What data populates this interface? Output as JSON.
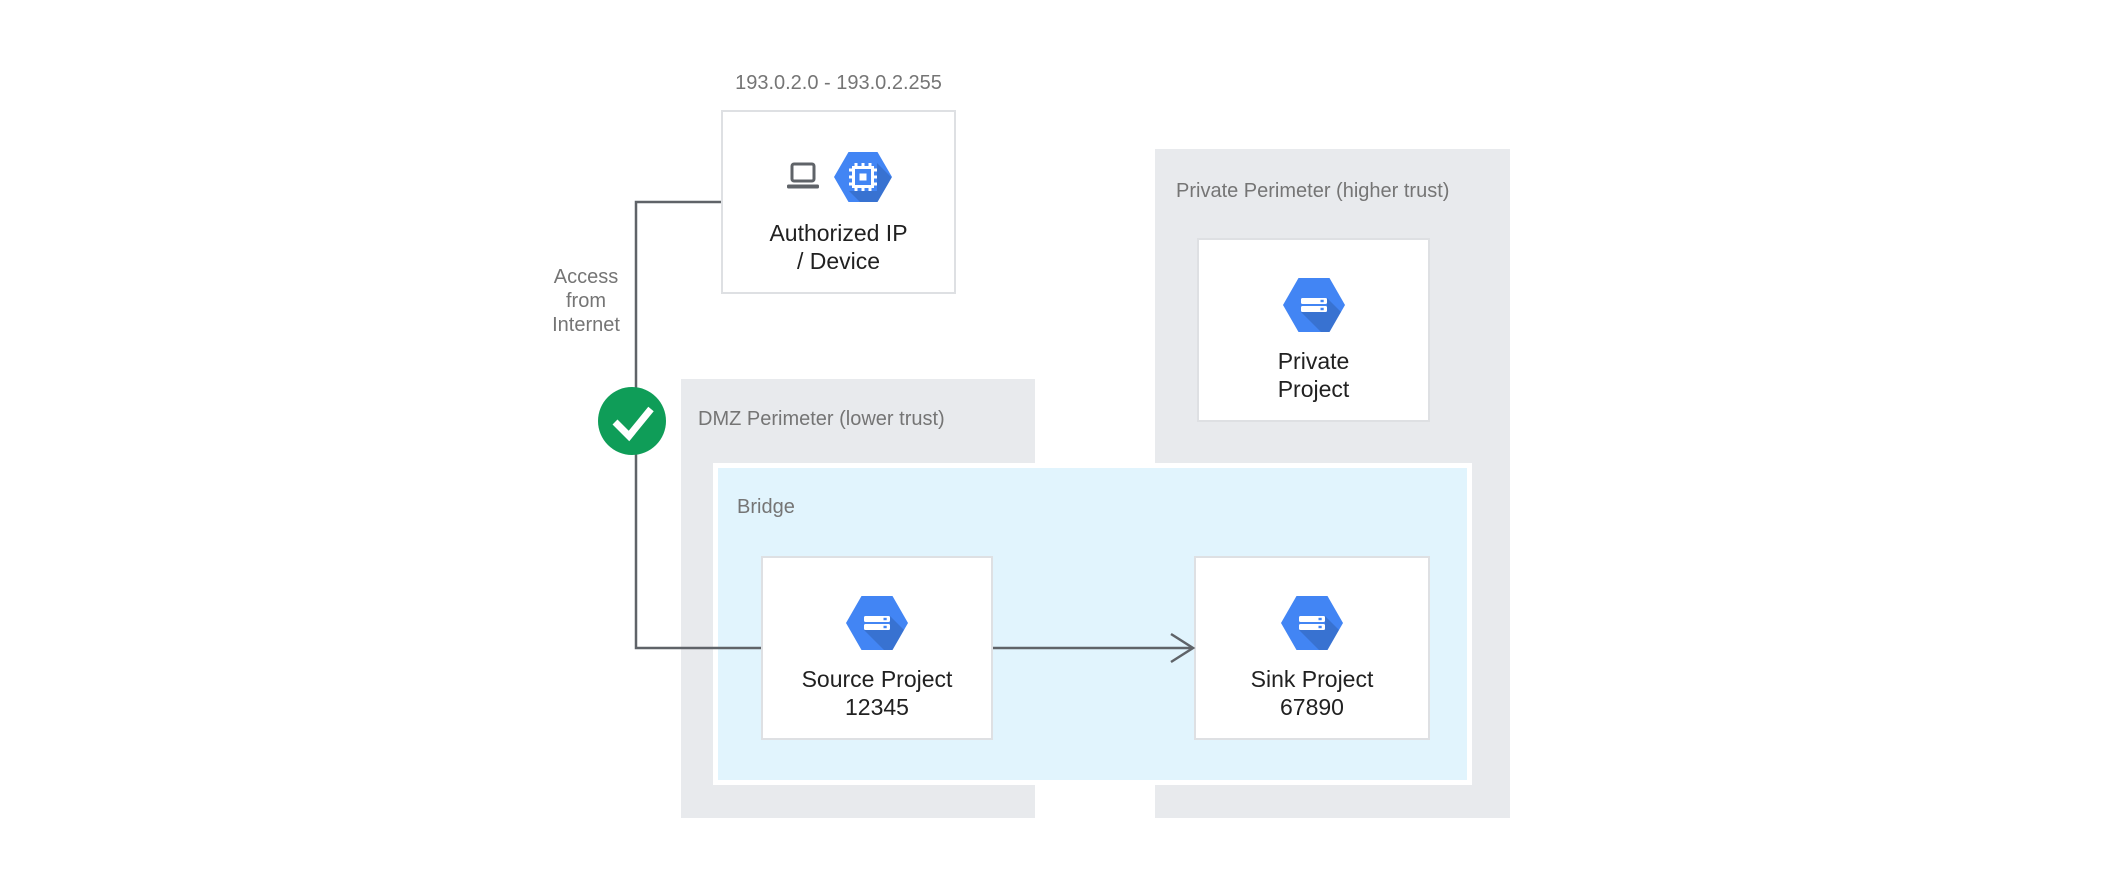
{
  "colors": {
    "perimeter_bg": "#E8EAED",
    "bridge_bg": "#E1F4FD",
    "box_border": "#DEE0E3",
    "line_gray": "#5F6368",
    "label_gray": "#757575",
    "text_dark": "#212121",
    "check_green": "#0F9D58",
    "hex_blue": "#4285F4",
    "icon_gray": "#5F6368"
  },
  "annotations": {
    "ip_range": "193.0.2.0 - 193.0.2.255",
    "access_from_internet": "Access\nfrom\nInternet"
  },
  "perimeters": {
    "dmz": {
      "label": "DMZ Perimeter (lower trust)"
    },
    "private": {
      "label": "Private Perimeter (higher trust)"
    }
  },
  "bridge": {
    "label": "Bridge"
  },
  "nodes": {
    "authorized": {
      "label": "Authorized IP\n/ Device",
      "icons": [
        "laptop-icon",
        "compute-chip-hexagon-icon"
      ]
    },
    "source": {
      "label": "Source Project\n12345",
      "icons": [
        "project-server-hexagon-icon"
      ]
    },
    "sink": {
      "label": "Sink Project\n67890",
      "icons": [
        "project-server-hexagon-icon"
      ]
    },
    "private": {
      "label": "Private\nProject",
      "icons": [
        "project-server-hexagon-icon"
      ]
    }
  },
  "connectors": {
    "internet_to_source": "elbow-line",
    "source_to_sink": "arrow-right",
    "status": "check-allowed"
  }
}
